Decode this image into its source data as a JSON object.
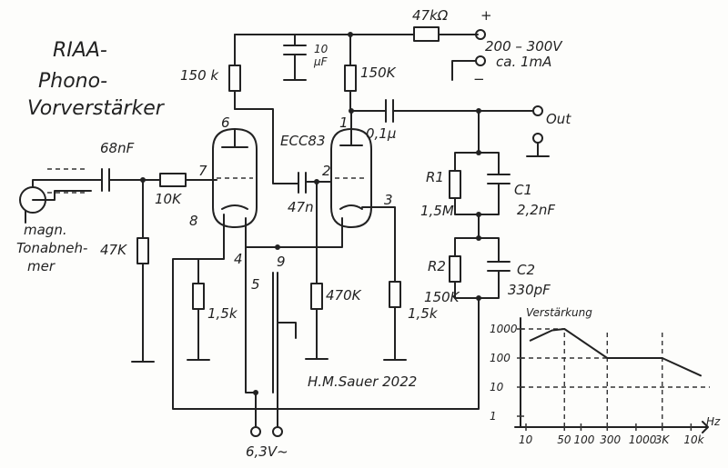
{
  "title": {
    "line1": "RIAA-",
    "line2": "Phono-",
    "line3": "Vorverstärker"
  },
  "pins": {
    "p1": "1",
    "p2": "2",
    "p3": "3",
    "p4": "4",
    "p5": "5",
    "p6": "6",
    "p7": "7",
    "p8": "8",
    "p9": "9"
  },
  "labels": {
    "r_supply": "47kΩ",
    "plus": "+",
    "minus": "−",
    "voltage": "200 – 300V",
    "current": "ca. 1mA",
    "c_filter_1": "10",
    "c_filter_2": "µF",
    "r_plate1": "150 k",
    "r_plate2": "150K",
    "tube": "ECC83",
    "c_couple": "47n",
    "c_out": "0,1µ",
    "out": "Out",
    "r_grid": "470K",
    "r1": "R1",
    "r1_val": "1,5M",
    "c1": "C1",
    "c1_val": "2,2nF",
    "r2": "R2",
    "r2_val": "150K",
    "c2": "C2",
    "c2_val": "330pF",
    "c_in": "68nF",
    "r_in": "10K",
    "r_load": "47K",
    "pickup1": "magn.",
    "pickup2": "Tonabneh-",
    "pickup3": "mer",
    "r_k1": "1,5k",
    "r_k2": "1,5k",
    "heater": "6,3V~",
    "author": "H.M.Sauer 2022"
  },
  "chart_data": {
    "type": "line",
    "title": "Verstärkung",
    "xlabel": "Hz",
    "ylabel": "",
    "x_ticks": [
      "10",
      "50",
      "100",
      "300",
      "1000",
      "3K",
      "10k"
    ],
    "x_values": [
      10,
      50,
      100,
      300,
      1000,
      3000,
      10000
    ],
    "y_ticks": [
      "1",
      "10",
      "100",
      "1000"
    ],
    "y_values": [
      1,
      10,
      100,
      1000
    ],
    "series": [
      {
        "x": [
          12,
          30,
          50,
          300,
          3000,
          15000
        ],
        "y": [
          400,
          900,
          1000,
          100,
          100,
          25
        ]
      }
    ],
    "reference_lines": {
      "x": [
        50,
        300,
        3000
      ],
      "y": [
        10,
        100,
        1000
      ]
    }
  }
}
